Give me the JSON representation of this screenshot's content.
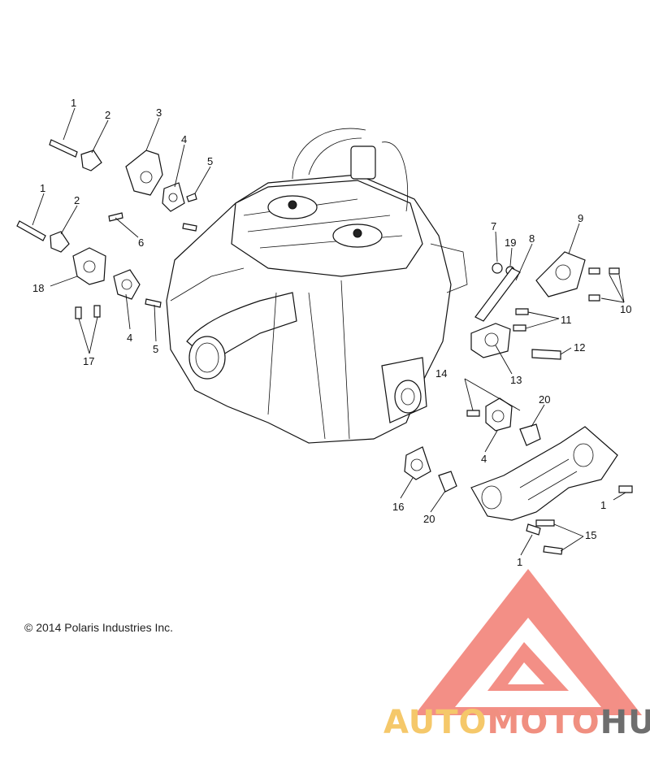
{
  "copyright": "© 2014 Polaris Industries Inc.",
  "watermark": {
    "part1": "AUTO",
    "part2": "MOTO",
    "part3": "HUB",
    "color1": "#f5c86a",
    "color2": "#f08f80",
    "color3": "#6e6e6e",
    "logo_color": "#f06a5e"
  },
  "callouts": {
    "c1a": "1",
    "c2a": "2",
    "c3": "3",
    "c4a": "4",
    "c5a": "5",
    "c1b": "1",
    "c2b": "2",
    "c6": "6",
    "c18": "18",
    "c4b": "4",
    "c5b": "5",
    "c17": "17",
    "c7": "7",
    "c19": "19",
    "c8": "8",
    "c9": "9",
    "c10": "10",
    "c11": "11",
    "c12": "12",
    "c13": "13",
    "c14": "14",
    "c20a": "20",
    "c4c": "4",
    "c16": "16",
    "c20b": "20",
    "c1c": "1",
    "c15": "15",
    "c1d": "1"
  }
}
